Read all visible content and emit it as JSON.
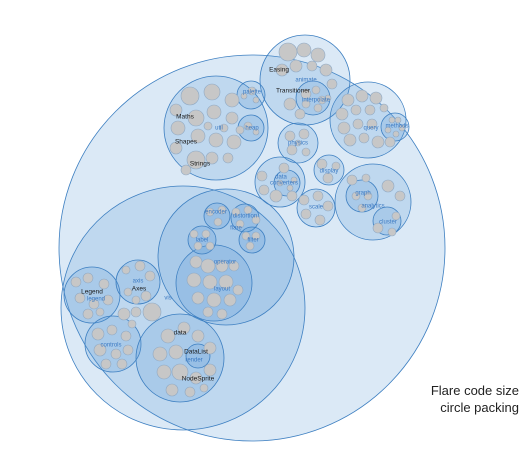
{
  "caption": {
    "line1": "Flare code size",
    "line2": "circle packing"
  },
  "labels": {
    "easing": "Easing",
    "animate": "animate",
    "transitioner": "Transitioner",
    "interpolate": "interpolate",
    "maths": "Maths",
    "shapes": "Shapes",
    "strings": "Strings",
    "palette": "palette",
    "util": "util",
    "heap": "heap",
    "physics": "physics",
    "query": "query",
    "methods": "methods",
    "data": "data",
    "converters": "converters",
    "display": "display",
    "scale": "scale",
    "graph": "graph",
    "analytics": "analytics",
    "cluster": "cluster",
    "encoder": "encoder",
    "distortion": "distortion",
    "flare": "flare",
    "label": "label",
    "filter": "filter",
    "operator": "operator",
    "layout": "layout",
    "vis": "vis",
    "legend": "Legend",
    "legend_pkg": "legend",
    "axis": "axis",
    "axes": "Axes",
    "controls": "controls",
    "data_pkg": "data",
    "datalist": "DataList",
    "render": "render",
    "nodesprite": "NodeSprite"
  },
  "colors": {
    "circle_fill": "#5b9bd5",
    "circle_stroke": "#3d7fc1",
    "leaf_fill": "#c7c7c7",
    "label_blue": "#3b79c2"
  }
}
